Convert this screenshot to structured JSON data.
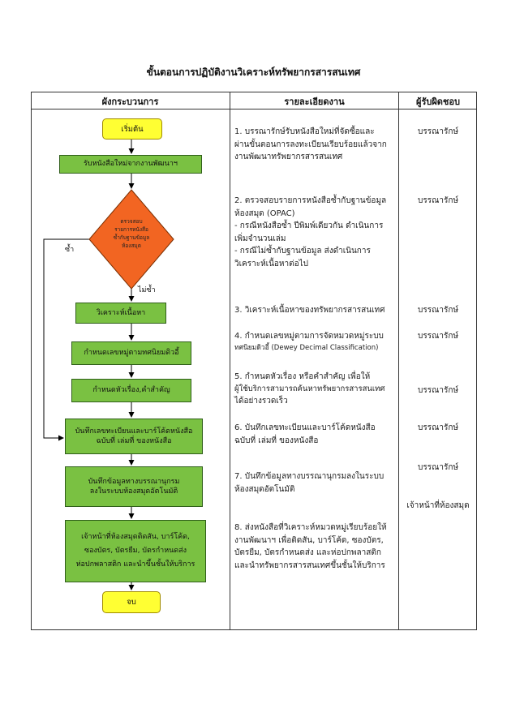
{
  "title": "ขั้นตอนการปฏิบัติงานวิเคราะห์ทรัพยากรสารสนเทศ",
  "headers": {
    "flow": "ผังกระบวนการ",
    "detail": "รายละเอียดงาน",
    "responsible": "ผู้รับผิดชอบ"
  },
  "flow": {
    "start": "เริ่มต้น",
    "step1": "รับหนังสือใหม่จากงานพัฒนาฯ",
    "decision": [
      "ตรวจสอบ",
      "รายการหนังสือ",
      "ซ้ำกับฐานข้อมูล",
      "ห้องสมุด"
    ],
    "dup_label": "ซ้ำ",
    "nodup_label": "ไม่ซ้ำ",
    "step3": "วิเคราะห์เนื้อหา",
    "step4": "กำหนดเลขหมู่ตามทศนิยมดิวอี้",
    "step5": "กำหนดหัวเรื่อง,คำสำคัญ",
    "step6": [
      "บันทึกเลขทะเบียนและบาร์โค้ดหนังสือ",
      "ฉบับที่ เล่มที่ ของหนังสือ"
    ],
    "step7": [
      "บันทึกข้อมูลทางบรรณานุกรม",
      "ลงในระบบห้องสมุดอัตโนมัติ"
    ],
    "step8": [
      "เจ้าหน้าที่ห้องสมุดติดสัน, บาร์โค้ด,",
      "ซองบัตร, บัตรยืม, บัตรกำหนดส่ง",
      "ห่อปกพลาสติก และนำขึ้นชั้นให้บริการ"
    ],
    "end": "จบ"
  },
  "details": [
    [
      "1. บรรณารักษ์รับหนังสือใหม่ที่จัดซื้อและ",
      "ผ่านขั้นตอนการลงทะเบียนเรียบร้อยแล้วจาก",
      "งานพัฒนาทรัพยากรสารสนเทศ"
    ],
    [
      "2. ตรวจสอบรายการหนังสือซ้ำกับฐานข้อมูล",
      "ห้องสมุด (OPAC)",
      "- กรณีหนังสือซ้ำ ปีพิมพ์เดียวกัน ดำเนินการ",
      "เพิ่มจำนวนเล่ม",
      "- กรณีไม่ซ้ำกับฐานข้อมูล ส่งดำเนินการ",
      "วิเคราะห์เนื้อหาต่อไป"
    ],
    [
      "3. วิเคราะห์เนื้อหาของทรัพยากรสารสนเทศ"
    ],
    [
      "4. กำหนดเลขหมู่ตามการจัดหมวดหมู่ระบบ",
      "ทศนิยมดิวอี้ (Dewey Decimal Classification)"
    ],
    [
      "5. กำหนดหัวเรื่อง หรือคำสำคัญ เพื่อให้",
      "ผู้ใช้บริการสามารถค้นหาทรัพยากรสารสนเทศ",
      "ได้อย่างรวดเร็ว"
    ],
    [
      "6. บันทึกเลขทะเบียนและบาร์โค้ดหนังสือ",
      "ฉบับที่ เล่มที่ ของหนังสือ"
    ],
    [
      "7. บันทึกข้อมูลทางบรรณานุกรมลงในระบบ",
      "ห้องสมุดอัตโนมัติ"
    ],
    [
      "8. ส่งหนังสือที่วิเคราะห์หมวดหมู่เรียบร้อยให้",
      "งานพัฒนาฯ เพื่อติดสัน, บาร์โค้ด, ซองบัตร,",
      "บัตรยืม, บัตรกำหนดส่ง และห่อปกพลาสติก",
      "และนำทรัพยากรสารสนเทศขึ้นชั้นให้บริการ"
    ]
  ],
  "responsible": {
    "r1": "บรรณารักษ์",
    "r2": "บรรณารักษ์",
    "r3": "บรรณารักษ์",
    "r4": "บรรณารักษ์",
    "r5": "บรรณารักษ์",
    "r6": "บรรณารักษ์",
    "r7": "บรรณารักษ์",
    "r8": "เจ้าหน้าที่ห้องสมุด"
  },
  "colors": {
    "process_fill": "#7ac142",
    "terminal_fill": "#ffff33",
    "decision_fill": "#f26522"
  }
}
